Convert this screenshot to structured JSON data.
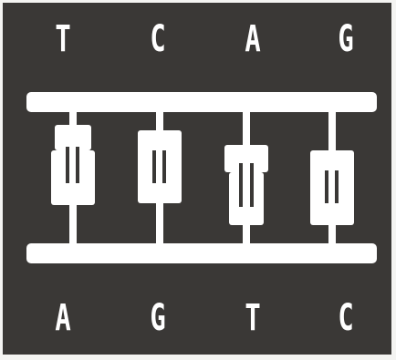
{
  "diagram": {
    "top_strand": [
      "T",
      "C",
      "A",
      "G"
    ],
    "bottom_strand": [
      "A",
      "G",
      "T",
      "C"
    ],
    "colors": {
      "background": "#3a3836",
      "foreground": "#ffffff",
      "frame": "#f4f4f2"
    }
  }
}
